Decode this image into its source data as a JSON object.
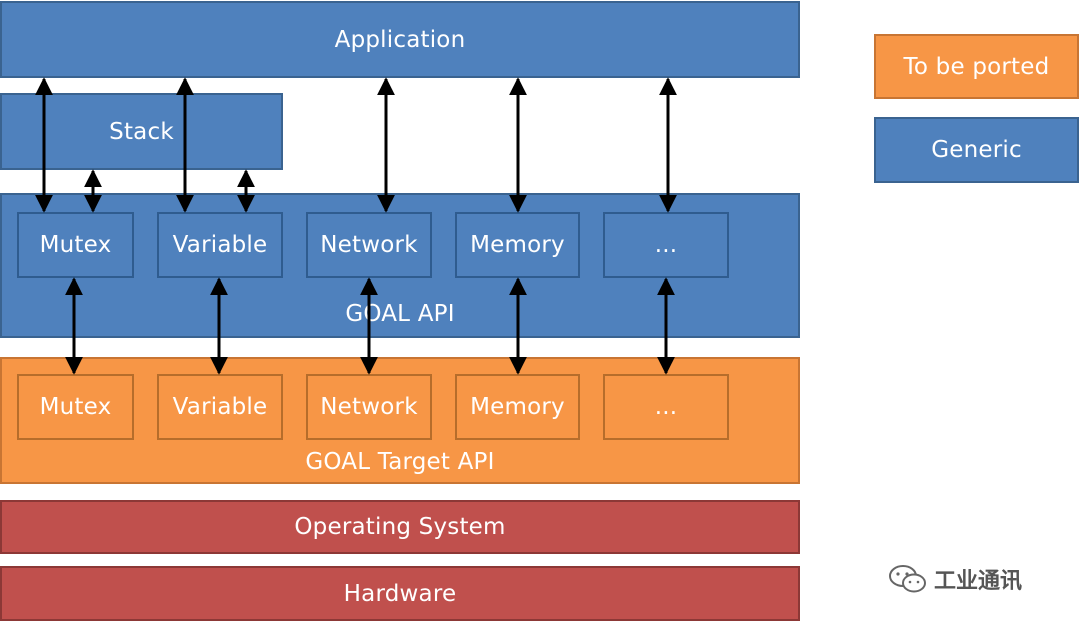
{
  "diagram": {
    "application": "Application",
    "stack": "Stack",
    "goal_api": {
      "label": "GOAL API",
      "modules": [
        "Mutex",
        "Variable",
        "Network",
        "Memory",
        "..."
      ]
    },
    "goal_target_api": {
      "label": "GOAL Target API",
      "modules": [
        "Mutex",
        "Variable",
        "Network",
        "Memory",
        "..."
      ]
    },
    "operating_system": "Operating System",
    "hardware": "Hardware"
  },
  "legend": {
    "to_be_ported": "To be ported",
    "generic": "Generic"
  },
  "watermark": "工业通讯",
  "colors": {
    "generic_blue": "#4f81bd",
    "ported_orange": "#f79646",
    "platform_red": "#c0504d",
    "arrow": "#000000"
  }
}
